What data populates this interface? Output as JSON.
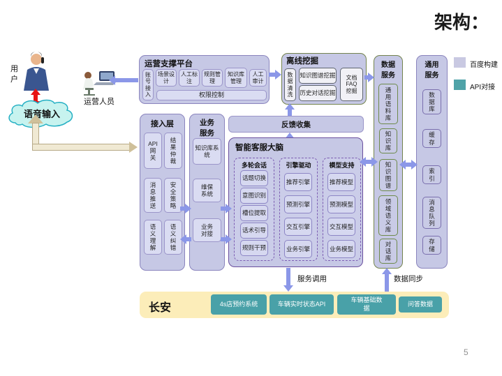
{
  "title": "架构：",
  "page_number": "5",
  "legend": {
    "items": [
      {
        "label": "百度构建",
        "color": "#c9c9e2"
      },
      {
        "label": "API对接",
        "color": "#4fa3a8"
      }
    ]
  },
  "actors": {
    "user": "用户",
    "voice_input": "语音输入",
    "operator": "运营人员"
  },
  "ops_platform": {
    "title": "运营支撑平台",
    "account_access": "账\n号\n接\n入",
    "items": [
      "场景设计",
      "人工标注",
      "规则管理",
      "知识库管理",
      "人工审计"
    ],
    "permission": "权限控制"
  },
  "offline_mining": {
    "title": "离线挖掘",
    "data_clean": "数\n据\n清\n洗",
    "items": [
      "知识图谱挖掘",
      "历史对话挖掘"
    ],
    "doc_faq": "文档\nFAQ\n挖掘"
  },
  "data_service": {
    "title": "数据\n服务",
    "items": [
      "通\n用\n语\n料\n库",
      "知\n识\n库",
      "知\n识\n图\n谱",
      "领\n域\n语\n义\n库",
      "对\n话\n库"
    ]
  },
  "general_service": {
    "title": "通用\n服务",
    "items": [
      "数\n据\n库",
      "缓\n存",
      "索\n引",
      "消\n息\n队\n列",
      "存\n储"
    ]
  },
  "access_layer": {
    "title": "接入层",
    "items": [
      "API\n网\n关",
      "结\n果\n仲\n裁",
      "消\n息\n推\n送",
      "安\n全\n策\n略",
      "语\n义\n理\n解",
      "语\n义\n纠\n错"
    ]
  },
  "business_service": {
    "title": "业务\n服务",
    "items": [
      "知识库系统",
      "维保系统",
      "业务对接"
    ]
  },
  "feedback_bar": "反馈收集",
  "brain": {
    "title": "智能客服大脑",
    "groups": [
      {
        "label": "多轮会话",
        "items": [
          "话题切换",
          "意图识别",
          "槽位提取",
          "话术引导",
          "规则干预"
        ]
      },
      {
        "label": "引擎驱动",
        "items": [
          "推荐引擎",
          "预测引擎",
          "交互引擎",
          "业务引擎"
        ]
      },
      {
        "label": "模型支持",
        "items": [
          "推荐模型",
          "预测模型",
          "交互模型",
          "业务模型"
        ]
      }
    ]
  },
  "bottom": {
    "company": "长安",
    "items": [
      "4s店预约系统",
      "车辆实时状态API",
      "车辆基础数据",
      "问答数据"
    ],
    "service_call_label": "服务调用",
    "data_sync_label": "数据同步"
  }
}
